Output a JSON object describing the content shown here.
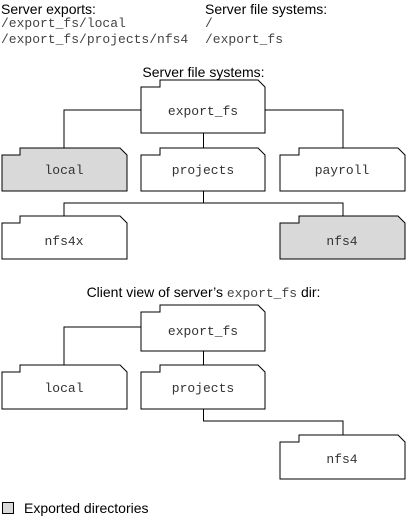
{
  "exports": {
    "heading": "Server exports:",
    "paths": [
      "/export_fs/local",
      "/export_fs/projects/nfs4"
    ]
  },
  "filesystems": {
    "heading": "Server file systems:",
    "paths": [
      "/",
      "/export_fs"
    ]
  },
  "server_tree": {
    "title": "Server file systems:",
    "folders": {
      "export_fs": "export_fs",
      "local": "local",
      "projects": "projects",
      "payroll": "payroll",
      "nfs4x": "nfs4x",
      "nfs4": "nfs4"
    }
  },
  "client_tree": {
    "title_prefix": "Client view of server’s ",
    "title_code": "export_fs",
    "title_suffix": " dir:",
    "folders": {
      "export_fs": "export_fs",
      "local": "local",
      "projects": "projects",
      "nfs4": "nfs4"
    }
  },
  "legend": {
    "label": "Exported directories",
    "color": "#d9d9d9"
  },
  "colors": {
    "exported_fill": "#d9d9d9",
    "normal_fill": "#ffffff",
    "stroke": "#000000"
  }
}
